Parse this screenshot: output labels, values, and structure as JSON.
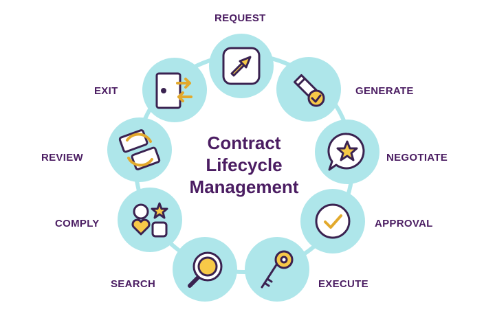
{
  "title": [
    "Contract",
    "Lifecycle",
    "Management"
  ],
  "colors": {
    "circle_fill": "#aee6ea",
    "ring_line": "#aee6ea",
    "outline": "#3a2250",
    "accent_yellow": "#f7c948",
    "icon_white": "#ffffff",
    "label_text": "#4b1d62"
  },
  "stages": [
    {
      "label": "REQUEST",
      "icon": "arrow-up-right-icon"
    },
    {
      "label": "GENERATE",
      "icon": "pencil-check-icon"
    },
    {
      "label": "NEGOTIATE",
      "icon": "chat-star-icon"
    },
    {
      "label": "APPROVAL",
      "icon": "checkmark-circle-icon"
    },
    {
      "label": "EXECUTE",
      "icon": "key-icon"
    },
    {
      "label": "SEARCH",
      "icon": "magnifier-icon"
    },
    {
      "label": "COMPLY",
      "icon": "shapes-icon"
    },
    {
      "label": "REVIEW",
      "icon": "document-swap-icon"
    },
    {
      "label": "EXIT",
      "icon": "door-exit-icon"
    }
  ]
}
